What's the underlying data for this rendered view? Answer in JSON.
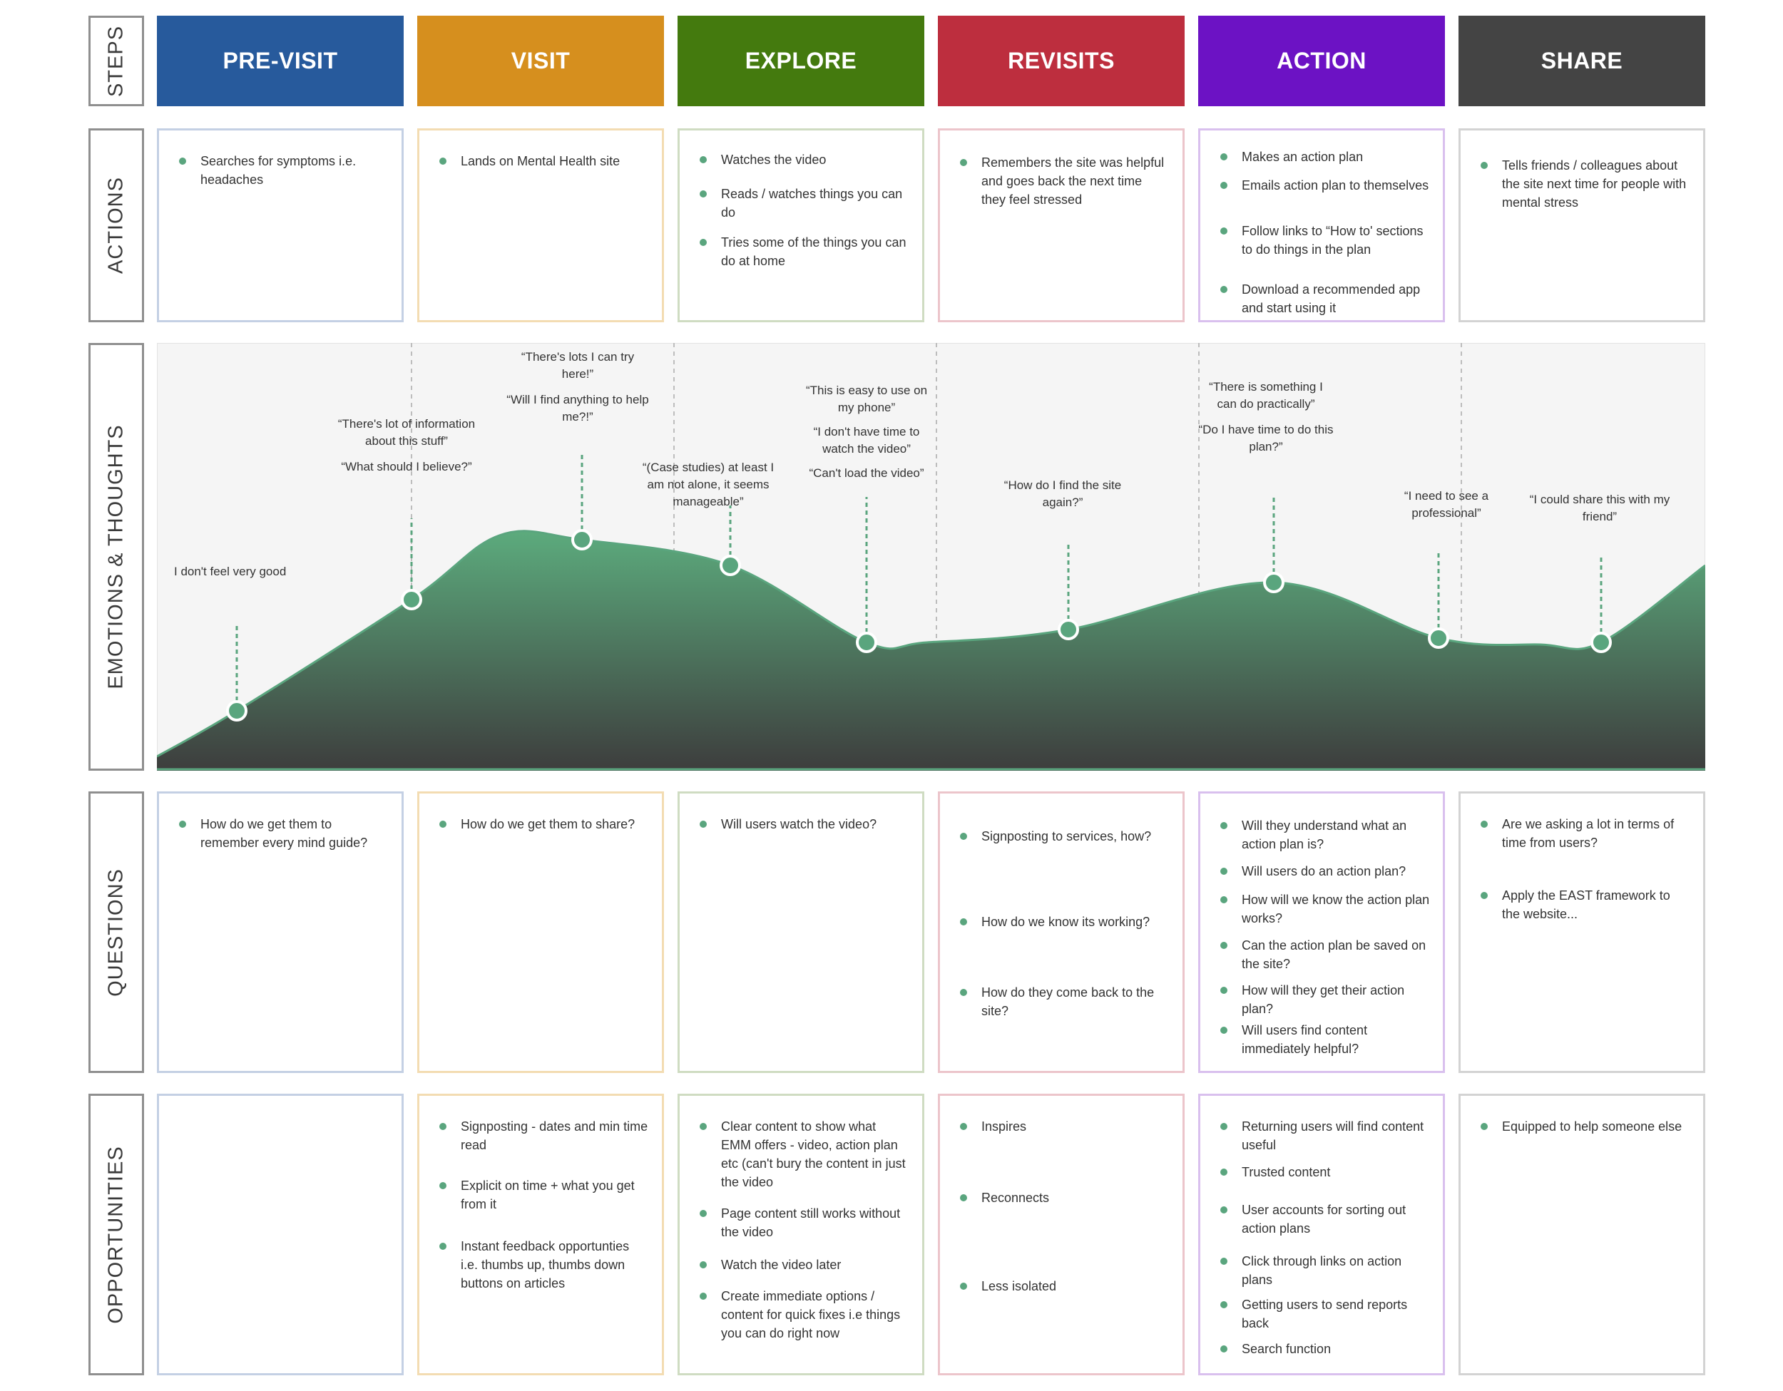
{
  "colors": {
    "accent_green": "#5aa57e",
    "area_top": "#5cab7d",
    "area_bottom": "#3d3d3d",
    "pre_visit": "#275a9c",
    "visit": "#d68f1e",
    "explore": "#447a0e",
    "revisits": "#bd2e3e",
    "action": "#6c12c4",
    "share": "#444444"
  },
  "row_labels": {
    "steps": "STEPS",
    "actions": "ACTIONS",
    "emotions": "EMOTIONS & THOUGHTS",
    "questions": "QUESTIONS",
    "opportunities": "OPPORTUNITIES"
  },
  "stages": [
    {
      "name": "PRE-VISIT",
      "color": "#275a9c",
      "border": "#c4d0e4",
      "actions": [
        "Searches for symptoms i.e. headaches"
      ],
      "questions": [
        "How do we get them to remember every mind guide?"
      ],
      "opportunities": []
    },
    {
      "name": "VISIT",
      "color": "#d68f1e",
      "border": "#f3dcb2",
      "actions": [
        "Lands on Mental Health site"
      ],
      "questions": [
        "How do we get them to share?"
      ],
      "opportunities": [
        "Signposting - dates and min time read",
        "Explicit on time + what you get from it",
        "Instant feedback opportunties i.e. thumbs up, thumbs down buttons on articles"
      ]
    },
    {
      "name": "EXPLORE",
      "color": "#447a0e",
      "border": "#cfdcc2",
      "actions": [
        "Watches the video",
        "Reads / watches things you can do",
        "Tries some of the things you can do at home"
      ],
      "questions": [
        "Will users watch the video?"
      ],
      "opportunities": [
        "Clear content to show what EMM offers - video, action plan etc (can't bury the content in just the video",
        "Page content still works without the video",
        "Watch the video later",
        "Create immediate options / content for quick fixes i.e things you can do right now"
      ]
    },
    {
      "name": "REVISITS",
      "color": "#bd2e3e",
      "border": "#ecc5cb",
      "actions": [
        "Remembers the site was helpful and goes back the next time they feel stressed"
      ],
      "questions": [
        "Signposting to services, how?",
        "How do we know its working?",
        "How do they come back to the site?"
      ],
      "opportunities": [
        "Inspires",
        "Reconnects",
        "Less isolated"
      ]
    },
    {
      "name": "ACTION",
      "color": "#6c12c4",
      "border": "#d9c0ee",
      "actions": [
        "Makes an action plan",
        "Emails action plan to themselves",
        "Follow links to “How to' sections to do things in the plan",
        "Download a recommended app and start using it"
      ],
      "questions": [
        "Will they understand what an action plan is?",
        "Will users do an action plan?",
        "How will we know the action plan works?",
        "Can the action plan be saved on the site?",
        "How will they get their action plan?",
        "Will users find content immediately helpful?"
      ],
      "opportunities": [
        "Returning users will find content useful",
        "Trusted content",
        "User accounts for sorting out action plans",
        "Click through links on action plans",
        "Getting users to send reports back",
        "Search function"
      ]
    },
    {
      "name": "SHARE",
      "color": "#444444",
      "border": "#d3d3d3",
      "actions": [
        "Tells friends / colleagues about the site next time for people with mental stress"
      ],
      "questions": [
        "Are we asking a lot in terms of time from users?",
        "Apply the EAST framework to the website..."
      ],
      "opportunities": [
        "Equipped to help someone else"
      ]
    }
  ],
  "thoughts": [
    [
      "I don't feel very good"
    ],
    [
      "“There's lot of information about this stuff”",
      "“What should I believe?”"
    ],
    [
      "“There's lots I can try here!”",
      "“Will I find anything to help me?!”"
    ],
    [
      "“(Case studies) at least I am not alone, it seems manageable”"
    ],
    [
      "“This is easy to use on my phone”",
      "“I don't have time to watch the video”",
      "“Can't load the video”"
    ],
    [
      "“How do I find the site again?”"
    ],
    [
      "“There is something I can do practically”",
      "“Do I have time to do this plan?”"
    ],
    [
      "“I need to see a professional”"
    ],
    [
      "“I could share this with my friend”"
    ]
  ],
  "emotion_levels": [
    0.14,
    0.4,
    0.54,
    0.48,
    0.3,
    0.33,
    0.44,
    0.31,
    0.3
  ]
}
